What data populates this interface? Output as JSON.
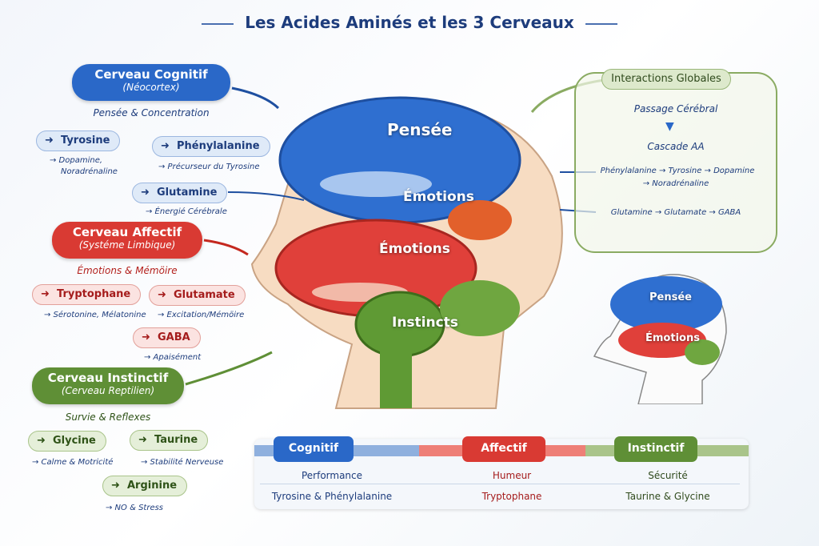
{
  "title": "Les Acides Aminés et les 3 Cerveaux",
  "colors": {
    "cognitive": "#2a68c8",
    "affective": "#d93a33",
    "instinctive": "#5f8f36"
  },
  "cognitif": {
    "title": "Cerveau Cognitif",
    "subtitle": "(Néocortex)",
    "tagline": "Pensée & Concentration",
    "acids": [
      {
        "name": "Tyrosine",
        "effect": "→ Dopamine,",
        "effect2": "Noradrénaline"
      },
      {
        "name": "Phénylalanine",
        "effect": "→ Précurseur du Tyrosine"
      },
      {
        "name": "Glutamine",
        "effect": "→ Énergié Cérébrale"
      }
    ]
  },
  "affectif": {
    "title": "Cerveau Affectif",
    "subtitle": "(Systéme Limbique)",
    "tagline": "Émotions & Mémöire",
    "acids": [
      {
        "name": "Tryptophane",
        "effect": "→ Sérotonine, Mélatonine"
      },
      {
        "name": "Glutamate",
        "effect": "→ Excitation/Mémöire"
      },
      {
        "name": "GABA",
        "effect": "→ Apaisément"
      }
    ]
  },
  "instinctif": {
    "title": "Cerveau Instinctif",
    "subtitle": "(Cerveau Reptilien)",
    "tagline": "Survie & Reflexes",
    "acids": [
      {
        "name": "Glycine",
        "effect": "→ Calme & Motricité"
      },
      {
        "name": "Taurine",
        "effect": "→ Stabilité Nerveuse"
      },
      {
        "name": "Arginine",
        "effect": "→ NO & Stress"
      }
    ]
  },
  "brain_labels": {
    "pensee": "Pensée",
    "emotions": "Émotions",
    "emotions2": "Émotions",
    "instincts": "Instincts"
  },
  "small_brain": {
    "pensee": "Pensée",
    "emotions": "Émotions"
  },
  "interactions": {
    "title": "Interactions Globales",
    "passage": "Passage Cérébral",
    "cascade": "Cascade AA",
    "line1": "Phénylalanine → Tyrosine → Dopamine",
    "line1b": "→ Noradrénaline",
    "line2": "Glutamine → Glutamate → GABA"
  },
  "table": {
    "headers": [
      "Cognitif",
      "Affectif",
      "Instinctif"
    ],
    "row1": [
      "Performance",
      "Humeur",
      "Sécurité"
    ],
    "row2": [
      "Tyrosine & Phénylalanine",
      "Tryptophane",
      "Taurine & Glycine"
    ]
  }
}
